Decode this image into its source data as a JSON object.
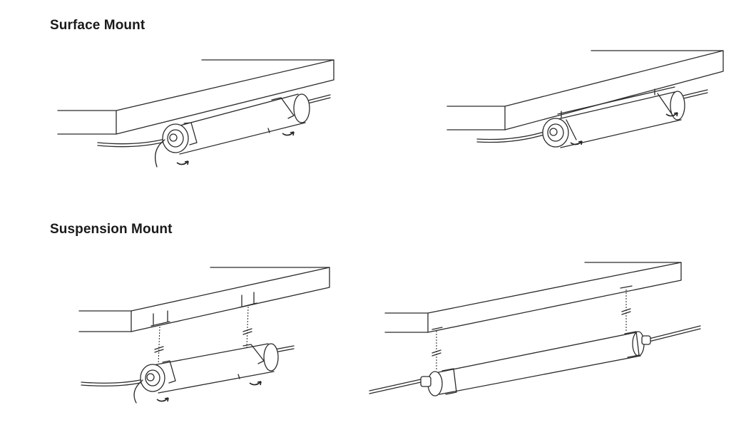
{
  "sections": {
    "surface": {
      "title": "Surface Mount"
    },
    "suspension": {
      "title": "Suspension Mount"
    }
  },
  "figures": [
    {
      "id": "surface-mount-left",
      "mount": "surface",
      "variant": "clip-rotate"
    },
    {
      "id": "surface-mount-right",
      "mount": "surface",
      "variant": "clip-rotate"
    },
    {
      "id": "suspension-mount-left",
      "mount": "suspension",
      "variant": "clip-rotate"
    },
    {
      "id": "suspension-mount-right",
      "mount": "suspension",
      "variant": "end-cap-hanger"
    }
  ],
  "colors": {
    "line": "#2b2b2b",
    "background": "#ffffff"
  }
}
